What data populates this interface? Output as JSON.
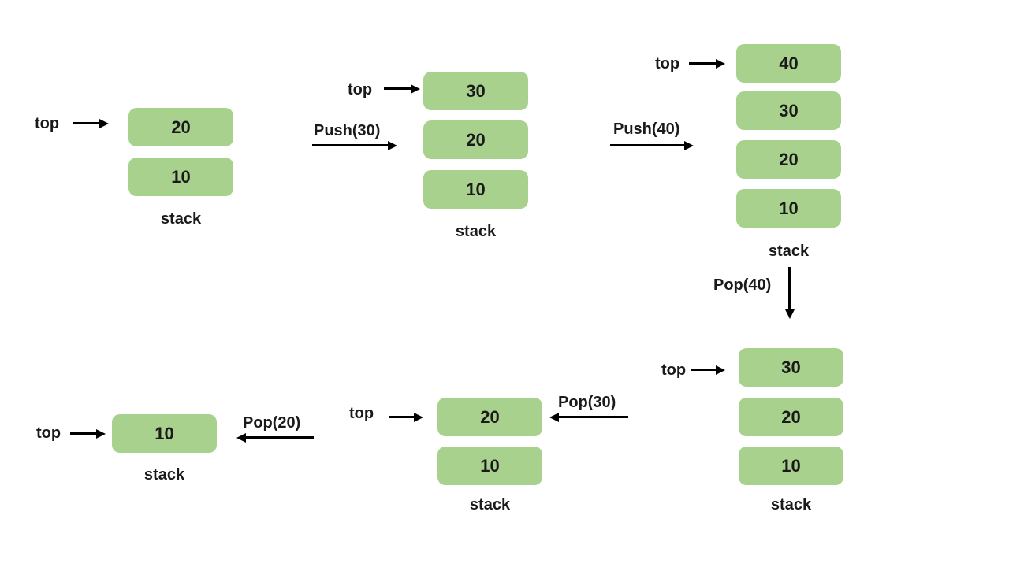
{
  "colors": {
    "box_fill": "#a9d18e",
    "text": "#1a1a1a",
    "arrow": "#000000"
  },
  "stacks": [
    {
      "name": "stack-1",
      "top_label": "top",
      "caption": "stack",
      "boxes": [
        "20",
        "10"
      ]
    },
    {
      "name": "stack-2",
      "top_label": "top",
      "caption": "stack",
      "boxes": [
        "30",
        "20",
        "10"
      ]
    },
    {
      "name": "stack-3",
      "top_label": "top",
      "caption": "stack",
      "boxes": [
        "40",
        "30",
        "20",
        "10"
      ]
    },
    {
      "name": "stack-4",
      "top_label": "top",
      "caption": "stack",
      "boxes": [
        "30",
        "20",
        "10"
      ]
    },
    {
      "name": "stack-5",
      "top_label": "top",
      "caption": "stack",
      "boxes": [
        "20",
        "10"
      ]
    },
    {
      "name": "stack-6",
      "top_label": "top",
      "caption": "stack",
      "boxes": [
        "10"
      ]
    }
  ],
  "operations": [
    {
      "label": "Push(30)",
      "direction": "right"
    },
    {
      "label": "Push(40)",
      "direction": "right"
    },
    {
      "label": "Pop(40)",
      "direction": "down"
    },
    {
      "label": "Pop(30)",
      "direction": "left"
    },
    {
      "label": "Pop(20)",
      "direction": "left"
    }
  ]
}
